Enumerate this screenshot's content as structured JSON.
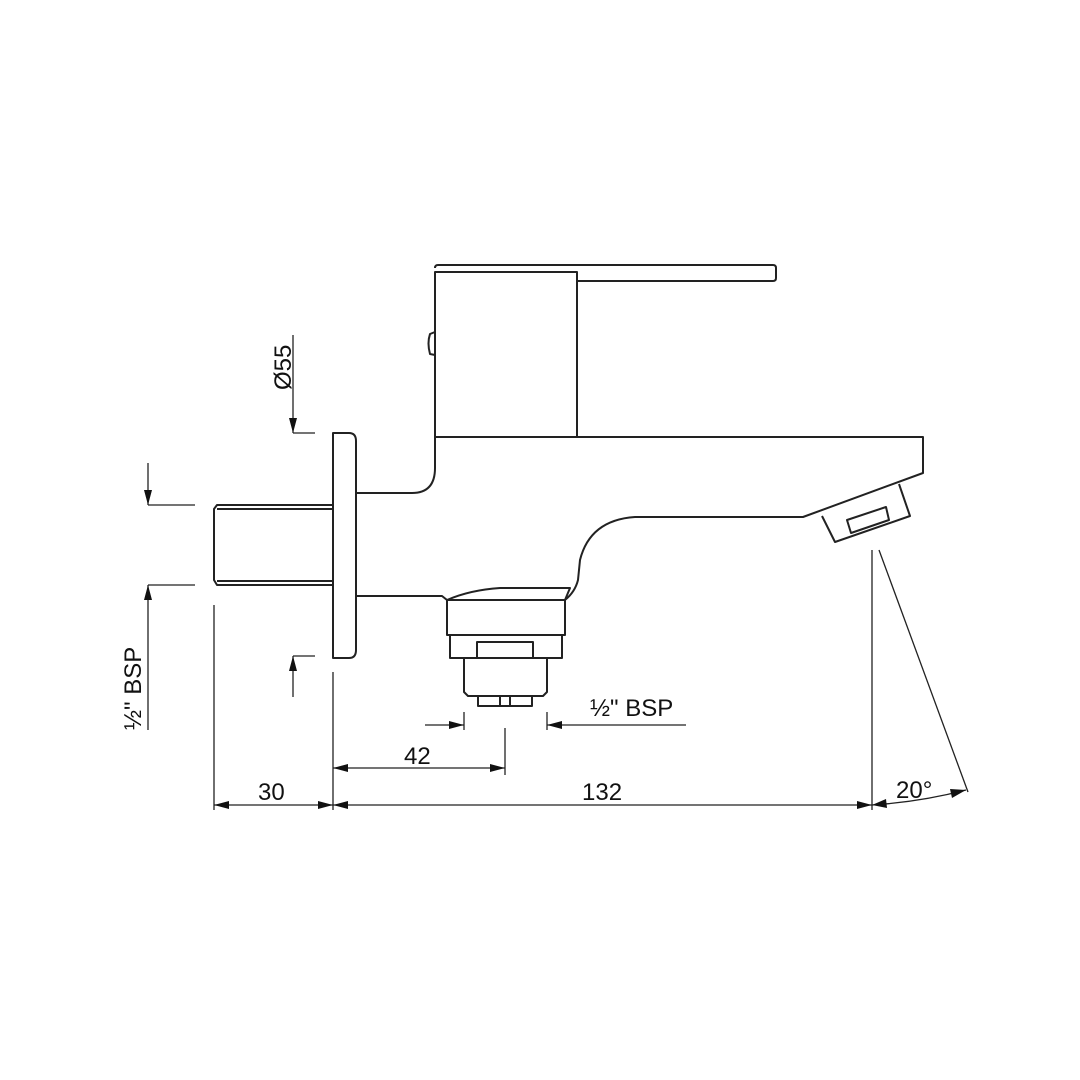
{
  "drawing": {
    "colors": {
      "line": "#222222",
      "background": "#ffffff"
    },
    "dimensions": {
      "flange_diameter": "Ø55",
      "inlet_thread": "½\" BSP",
      "outlet_thread": "½\" BSP",
      "inlet_to_outlet": "42",
      "inlet_length": "30",
      "spout_reach": "132",
      "spout_angle": "20°"
    }
  }
}
